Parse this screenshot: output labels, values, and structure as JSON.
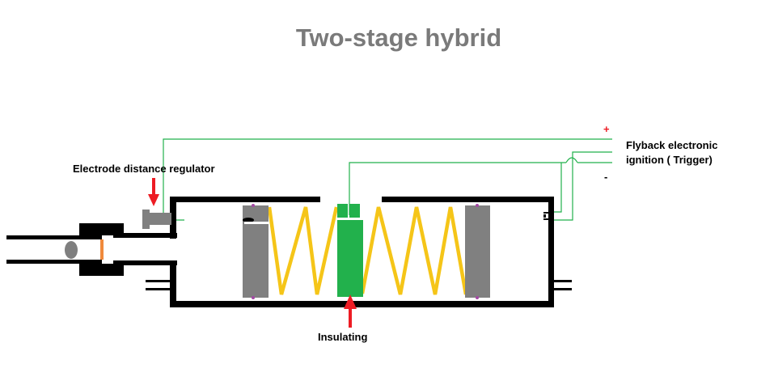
{
  "title": "Two-stage hybrid",
  "labels": {
    "electrode_regulator": "Electrode distance regulator",
    "flyback_line1": "Flyback electronic",
    "flyback_line2": "ignition ( Trigger)",
    "insulating": "Insulating",
    "plus": "+",
    "minus": "-"
  },
  "colors": {
    "title": "#7a7a7a",
    "outline": "#000000",
    "electrode": "#808080",
    "spring": "#f5c518",
    "insulator": "#22b14c",
    "wire": "#22b14c",
    "arrow": "#ed1c24",
    "spacer": "#f08a3c",
    "plus_sign": "#ed1c24",
    "marker": "#a349a4"
  }
}
